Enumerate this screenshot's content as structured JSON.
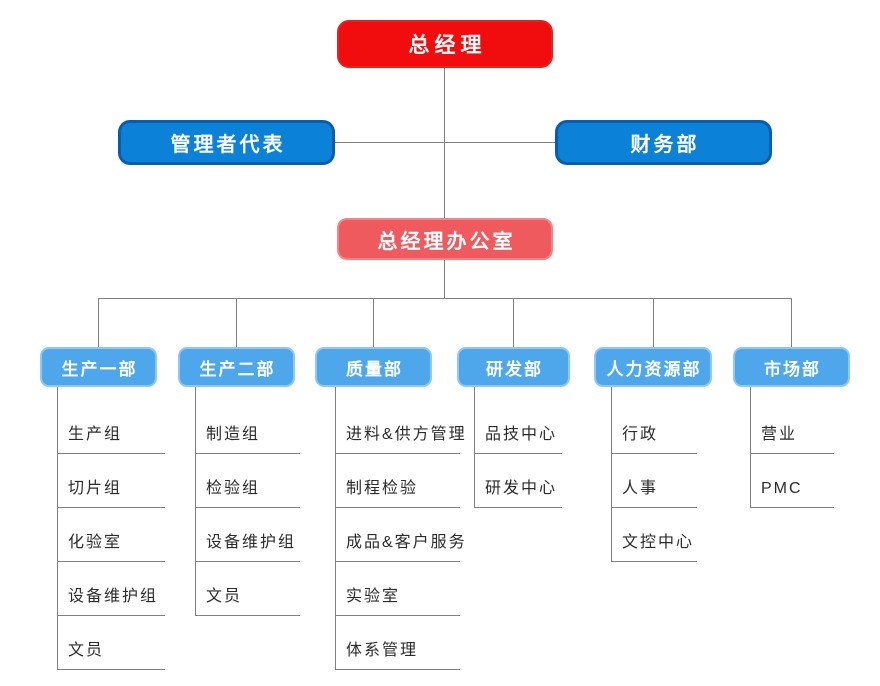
{
  "chart": {
    "type": "org-chart",
    "level1": {
      "label": "总经理"
    },
    "level2": [
      {
        "label": "管理者代表"
      },
      {
        "label": "财务部"
      }
    ],
    "level3": {
      "label": "总经理办公室"
    },
    "departments": [
      {
        "label": "生产一部",
        "children": [
          "生产组",
          "切片组",
          "化验室",
          "设备维护组",
          "文员"
        ]
      },
      {
        "label": "生产二部",
        "children": [
          "制造组",
          "检验组",
          "设备维护组",
          "文员"
        ]
      },
      {
        "label": "质量部",
        "children": [
          "进料&供方管理",
          "制程检验",
          "成品&客户服务",
          "实验室",
          "体系管理"
        ]
      },
      {
        "label": "研发部",
        "children": [
          "品技中心",
          "研发中心"
        ]
      },
      {
        "label": "人力资源部",
        "children": [
          "行政",
          "人事",
          "文控中心"
        ]
      },
      {
        "label": "市场部",
        "children": [
          "营业",
          "PMC"
        ]
      }
    ],
    "colors": {
      "root_red": "#f10d0d",
      "office_salmon": "#ee5a5e",
      "level2_blue": "#0c81d8",
      "level2_blue_border": "#0a5dad",
      "dept_light_blue": "#4da7ea",
      "dept_border": "#8fc8f2",
      "connector_gray": "#808080",
      "sub_item_text": "#2b2b2b"
    }
  }
}
